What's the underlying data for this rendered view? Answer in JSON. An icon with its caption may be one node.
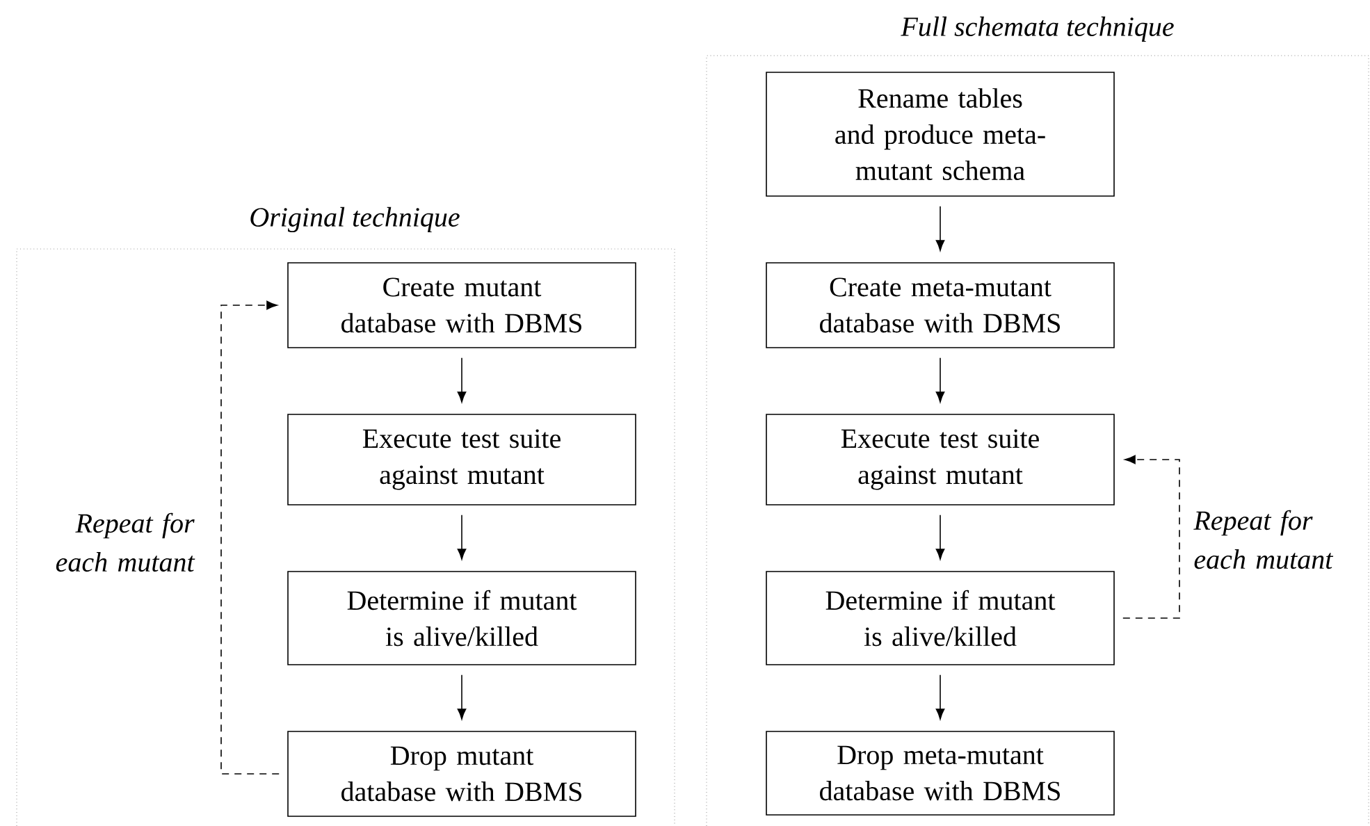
{
  "diagram": {
    "nodes": [
      {
        "text": [
          "Original technique"
        ]
      },
      {
        "text": [
          "Create mutant database with DBMS"
        ],
        "in": 0
      },
      {
        "text": [
          "Execute test suite against mutant"
        ],
        "in": 0
      },
      {
        "text": [
          "Determine if mutant is alive/killed"
        ],
        "in": 0
      },
      {
        "text": [
          "Drop mutant database with DBMS"
        ],
        "in": 0
      },
      {
        "text": [
          "Full schemata technique"
        ]
      },
      {
        "text": [
          "Rename tables and produce meta-mutant schema"
        ],
        "in": 5
      },
      {
        "text": [
          "Create meta-mutant database with DBMS"
        ],
        "in": 5
      },
      {
        "text": [
          "Execute test suite against mutant"
        ],
        "in": 5
      },
      {
        "text": [
          "Determine if mutant is alive/killed"
        ],
        "in": 5
      },
      {
        "text": [
          "Drop meta-mutant database with DBMS"
        ],
        "in": 5
      }
    ],
    "edges": [
      {
        "from": 1,
        "to": 2,
        "arrow": "to"
      },
      {
        "from": 2,
        "to": 3,
        "arrow": "to"
      },
      {
        "from": 3,
        "to": 4,
        "arrow": "to"
      },
      {
        "from": 4,
        "to": 1,
        "arrow": "to",
        "style": "dashed",
        "label": "Repeat for each mutant"
      },
      {
        "from": 6,
        "to": 7,
        "arrow": "to"
      },
      {
        "from": 7,
        "to": 8,
        "arrow": "to"
      },
      {
        "from": 8,
        "to": 9,
        "arrow": "to"
      },
      {
        "from": 9,
        "to": 10,
        "arrow": "to"
      },
      {
        "from": 9,
        "to": 8,
        "arrow": "to",
        "style": "dashed",
        "label": "Repeat for each mutant"
      }
    ]
  }
}
